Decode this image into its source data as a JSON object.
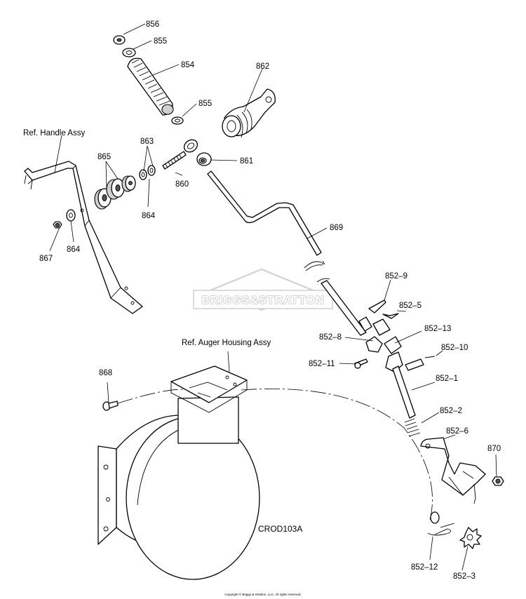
{
  "labels": {
    "p856": "856",
    "p855a": "855",
    "p854": "854",
    "p855b": "855",
    "p862": "862",
    "p863": "863",
    "p865": "865",
    "p861": "861",
    "p860": "860",
    "p864a": "864",
    "p867": "867",
    "p864b": "864",
    "p869": "869",
    "p852_9": "852–9",
    "p852_5": "852–5",
    "p852_8": "852–8",
    "p852_13": "852–13",
    "p852_10": "852–10",
    "p852_11": "852–11",
    "p852_1": "852–1",
    "p868": "868",
    "p852_2": "852–2",
    "p852_6": "852–6",
    "p870": "870",
    "p852_12": "852–12",
    "p852_3": "852–3"
  },
  "references": {
    "handle": "Ref. Handle Assy",
    "auger": "Ref. Auger Housing Assy"
  },
  "diagram_code": "CROD103A",
  "watermark": "BRIGGS&STRATTON",
  "copyright": "Copyright © Briggs & Stratton, LLC. All rights reserved."
}
